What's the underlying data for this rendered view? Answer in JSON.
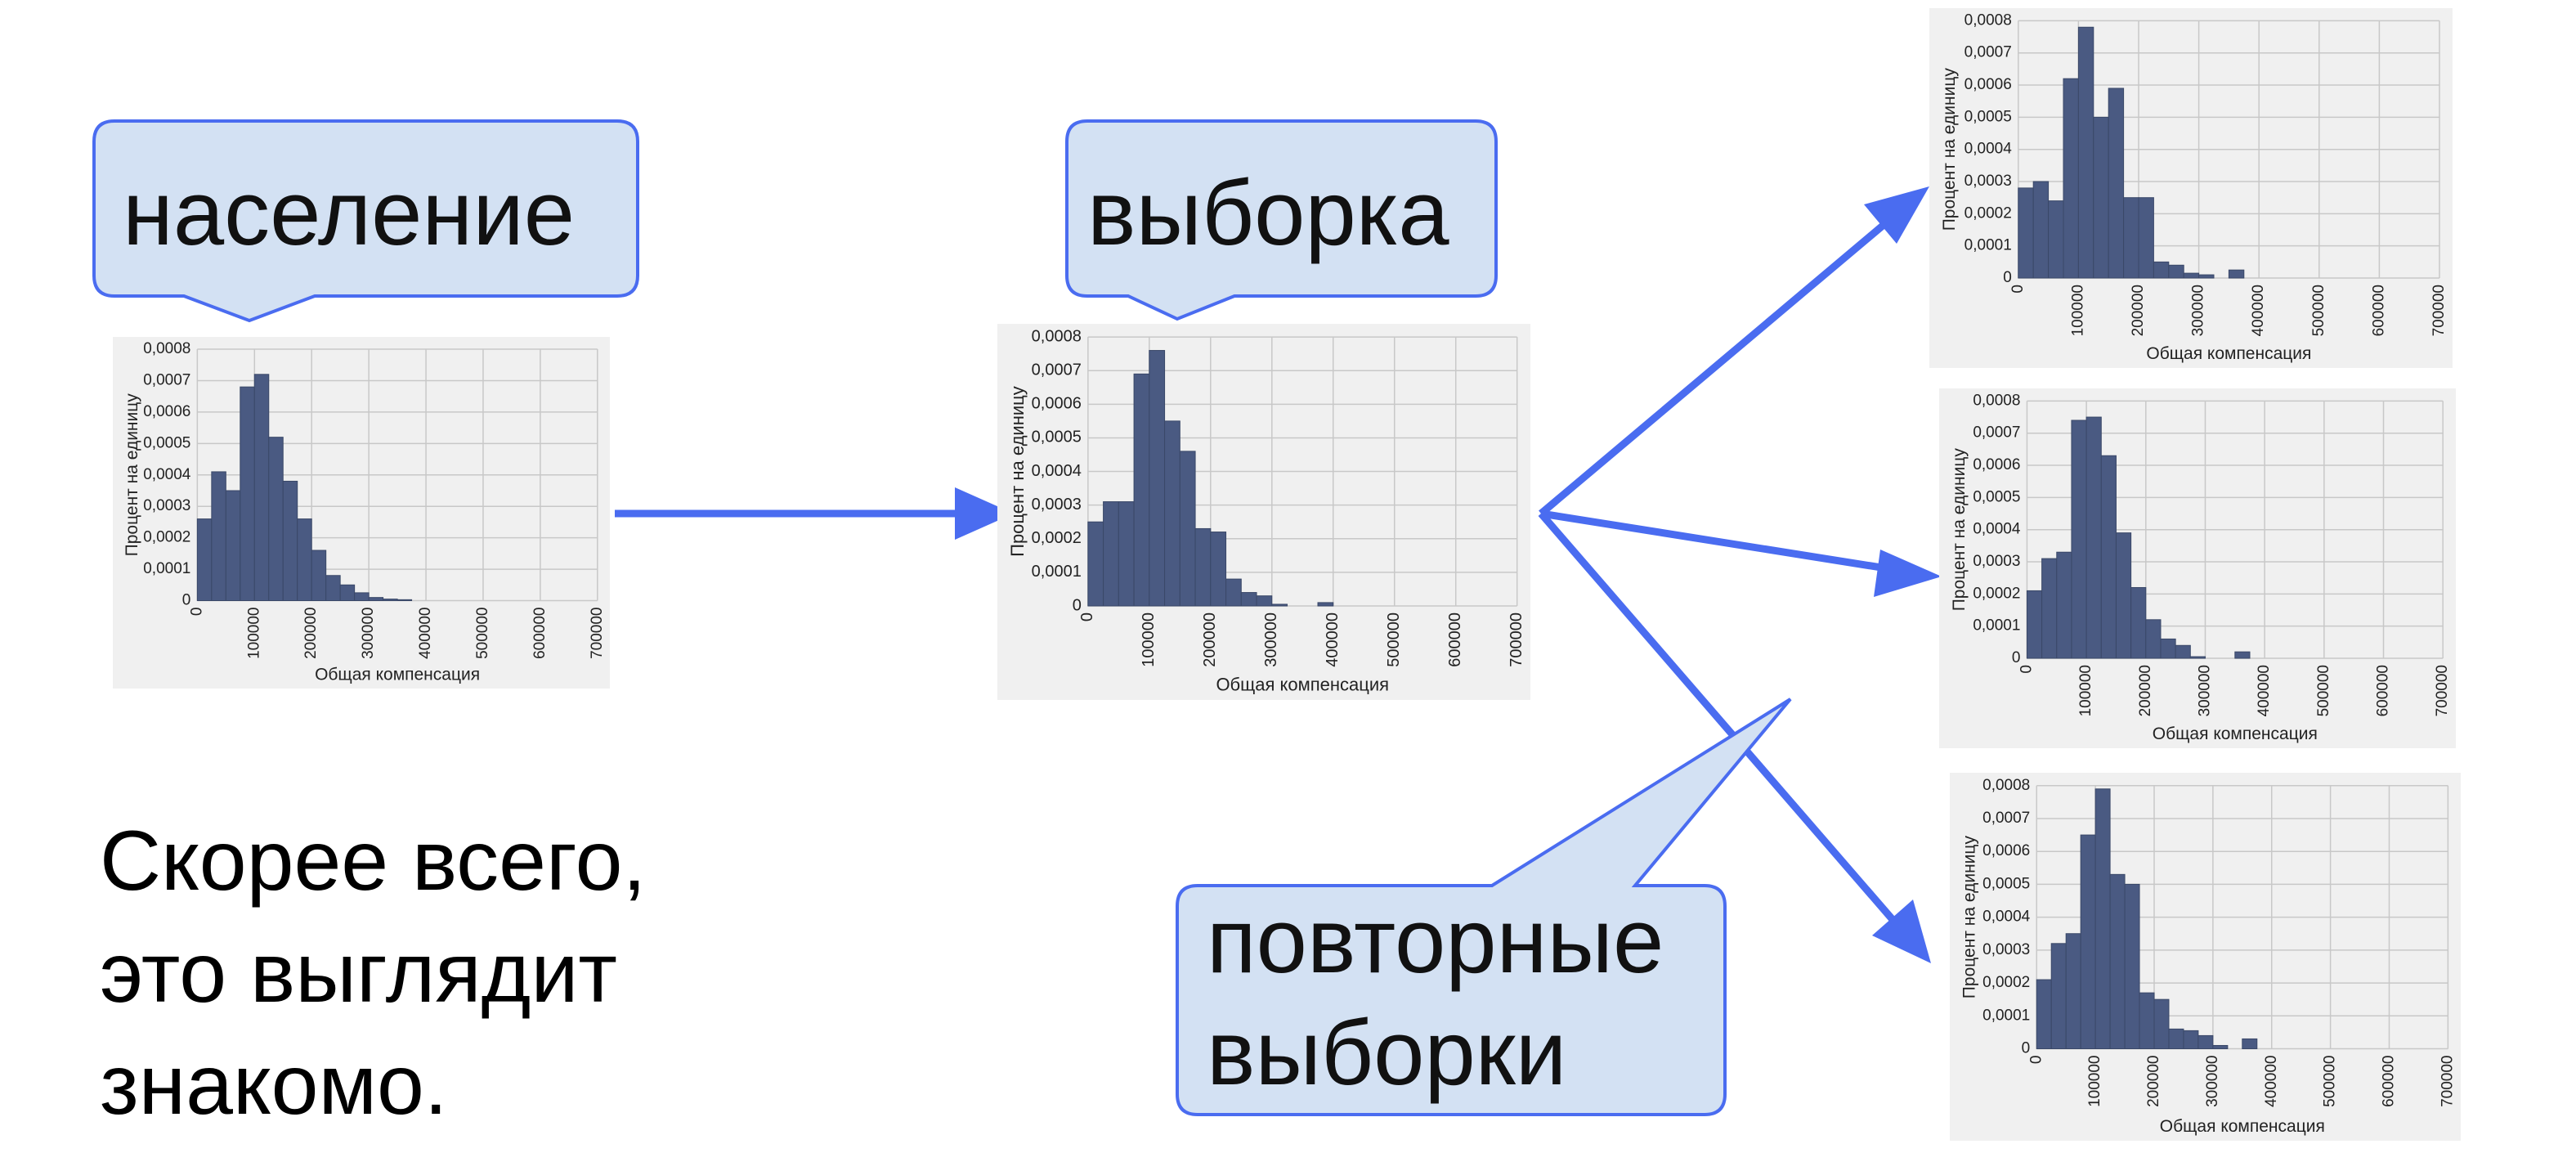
{
  "labels": {
    "population": "население",
    "sample": "выборка",
    "resamples_line1": "повторные",
    "resamples_line2": "выборки"
  },
  "caption": {
    "line1": "Скорее всего,",
    "line2": "это выглядит",
    "line3": "знакомо."
  },
  "colors": {
    "bar_fill": "#4a5a82",
    "bar_edge": "#3a4868",
    "plot_bg": "#f0f0f0",
    "grid": "#c8c8c8",
    "callout_fill": "#d3e1f3",
    "callout_stroke": "#4a6cf0",
    "arrow": "#4a6cf0"
  },
  "chart_data": [
    {
      "id": "population",
      "type": "bar",
      "xlabel": "Общая компенсация",
      "ylabel": "Процент на единицу",
      "xlim": [
        0,
        700000
      ],
      "ylim": [
        0,
        0.0008
      ],
      "x_ticks": [
        "0",
        "100000",
        "200000",
        "300000",
        "400000",
        "500000",
        "600000",
        "700000"
      ],
      "y_ticks": [
        "0",
        "0,0001",
        "0,0002",
        "0,0003",
        "0,0004",
        "0,0005",
        "0,0006",
        "0,0007",
        "0,0008"
      ],
      "bin_width": 25000,
      "bin_starts": [
        0,
        25000,
        50000,
        75000,
        100000,
        125000,
        150000,
        175000,
        200000,
        225000,
        250000,
        275000,
        300000,
        325000,
        350000
      ],
      "values": [
        0.00026,
        0.00041,
        0.00035,
        0.00068,
        0.00072,
        0.00052,
        0.00038,
        0.00026,
        0.00016,
        8e-05,
        5e-05,
        2.5e-05,
        1e-05,
        5e-06,
        3e-06
      ]
    },
    {
      "id": "sample",
      "type": "bar",
      "xlabel": "Общая компенсация",
      "ylabel": "Процент на единицу",
      "xlim": [
        0,
        700000
      ],
      "ylim": [
        0,
        0.0008
      ],
      "x_ticks": [
        "0",
        "100000",
        "200000",
        "300000",
        "400000",
        "500000",
        "600000",
        "700000"
      ],
      "y_ticks": [
        "0",
        "0,0001",
        "0,0002",
        "0,0003",
        "0,0004",
        "0,0005",
        "0,0006",
        "0,0007",
        "0,0008"
      ],
      "bin_width": 25000,
      "bin_starts": [
        0,
        25000,
        50000,
        75000,
        100000,
        125000,
        150000,
        175000,
        200000,
        225000,
        250000,
        275000,
        300000,
        325000,
        350000,
        375000
      ],
      "values": [
        0.00025,
        0.00031,
        0.00031,
        0.00069,
        0.00076,
        0.00055,
        0.00046,
        0.00023,
        0.00022,
        8e-05,
        4e-05,
        3e-05,
        5e-06,
        0,
        0,
        1e-05
      ]
    },
    {
      "id": "resample-1",
      "type": "bar",
      "xlabel": "Общая компенсация",
      "ylabel": "Процент на единицу",
      "xlim": [
        0,
        700000
      ],
      "ylim": [
        0,
        0.0008
      ],
      "x_ticks": [
        "0",
        "100000",
        "200000",
        "300000",
        "400000",
        "500000",
        "600000",
        "700000"
      ],
      "y_ticks": [
        "0",
        "0,0001",
        "0,0002",
        "0,0003",
        "0,0004",
        "0,0005",
        "0,0006",
        "0,0007",
        "0,0008"
      ],
      "bin_width": 25000,
      "bin_starts": [
        0,
        25000,
        50000,
        75000,
        100000,
        125000,
        150000,
        175000,
        200000,
        225000,
        250000,
        275000,
        300000,
        325000,
        350000,
        375000
      ],
      "values": [
        0.00028,
        0.0003,
        0.00024,
        0.00062,
        0.00078,
        0.0005,
        0.00059,
        0.00025,
        0.00025,
        5e-05,
        4e-05,
        1.5e-05,
        1e-05,
        0,
        2.5e-05,
        0
      ]
    },
    {
      "id": "resample-2",
      "type": "bar",
      "xlabel": "Общая компенсация",
      "ylabel": "Процент на единицу",
      "xlim": [
        0,
        700000
      ],
      "ylim": [
        0,
        0.0008
      ],
      "x_ticks": [
        "0",
        "100000",
        "200000",
        "300000",
        "400000",
        "500000",
        "600000",
        "700000"
      ],
      "y_ticks": [
        "0",
        "0,0001",
        "0,0002",
        "0,0003",
        "0,0004",
        "0,0005",
        "0,0006",
        "0,0007",
        "0,0008"
      ],
      "bin_width": 25000,
      "bin_starts": [
        0,
        25000,
        50000,
        75000,
        100000,
        125000,
        150000,
        175000,
        200000,
        225000,
        250000,
        275000,
        300000,
        325000,
        350000,
        375000
      ],
      "values": [
        0.00021,
        0.00031,
        0.00033,
        0.00074,
        0.00075,
        0.00063,
        0.00039,
        0.00022,
        0.00012,
        6e-05,
        4e-05,
        5e-06,
        0,
        0,
        2e-05,
        0
      ]
    },
    {
      "id": "resample-3",
      "type": "bar",
      "xlabel": "Общая компенсация",
      "ylabel": "Процент на единицу",
      "xlim": [
        0,
        700000
      ],
      "ylim": [
        0,
        0.0008
      ],
      "x_ticks": [
        "0",
        "100000",
        "200000",
        "300000",
        "400000",
        "500000",
        "600000",
        "700000"
      ],
      "y_ticks": [
        "0",
        "0,0001",
        "0,0002",
        "0,0003",
        "0,0004",
        "0,0005",
        "0,0006",
        "0,0007",
        "0,0008"
      ],
      "bin_width": 25000,
      "bin_starts": [
        0,
        25000,
        50000,
        75000,
        100000,
        125000,
        150000,
        175000,
        200000,
        225000,
        250000,
        275000,
        300000,
        325000,
        350000,
        375000
      ],
      "values": [
        0.00021,
        0.00032,
        0.00035,
        0.00065,
        0.00079,
        0.00053,
        0.0005,
        0.00017,
        0.00015,
        6e-05,
        5.5e-05,
        4e-05,
        1e-05,
        0,
        3e-05,
        0
      ]
    }
  ]
}
